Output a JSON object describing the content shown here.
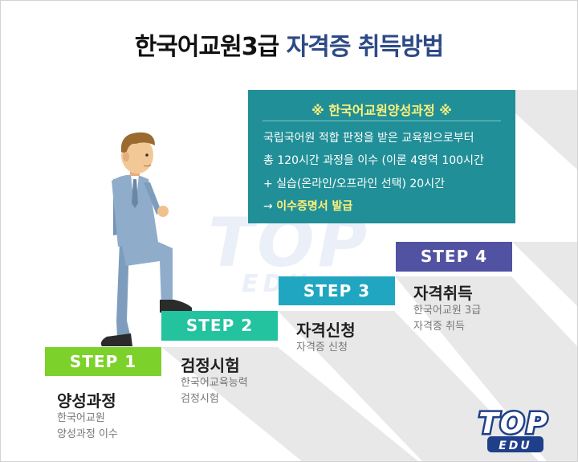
{
  "title": {
    "part1": "한국어교원3급",
    "part2": "자격증 취득방법"
  },
  "colors": {
    "title_accent": "#2d4a86",
    "info_bg": "#218f97",
    "info_highlight": "#fff27a",
    "step1": "#7dd12b",
    "step2": "#22c39e",
    "step3": "#21a6c2",
    "step4": "#5252a3"
  },
  "info": {
    "heading": "※ 한국어교원양성과정 ※",
    "lines": [
      "국립국어원 적합 판정을 받은 교육원으로부터",
      "총 120시간 과정을 이수 (이론 4영역 100시간",
      "+ 실습(온라인/오프라인 선택) 20시간"
    ],
    "arrow": "→",
    "result": "이수증명서 발급"
  },
  "steps": [
    {
      "label": "STEP 1",
      "name": "양성과정",
      "desc": [
        "한국어교원",
        "양성과정 이수"
      ]
    },
    {
      "label": "STEP 2",
      "name": "검정시험",
      "desc": [
        "한국어교육능력",
        "검정시험"
      ]
    },
    {
      "label": "STEP 3",
      "name": "자격신청",
      "desc": [
        "자격증 신청"
      ]
    },
    {
      "label": "STEP 4",
      "name": "자격취득",
      "desc": [
        "한국어교원 3급",
        "자격증 취득"
      ]
    }
  ],
  "watermark": {
    "big": "TOP",
    "small": "EDU"
  },
  "logo": {
    "big": "TOP",
    "small": "EDU",
    "icon": "top-edu-logo-icon"
  }
}
